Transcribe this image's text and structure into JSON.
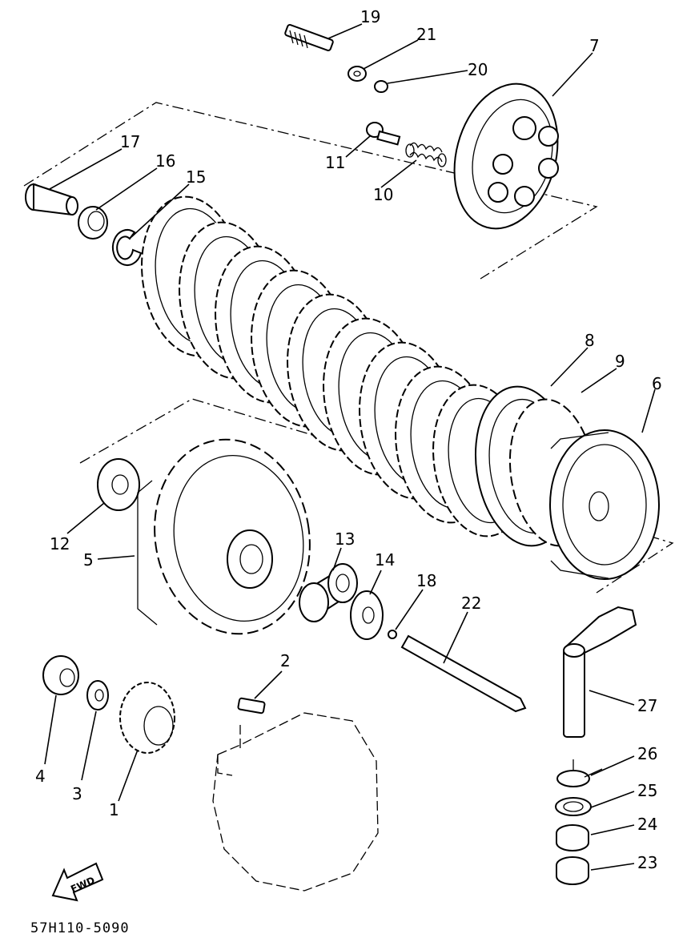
{
  "diagram": {
    "part_labels": [
      {
        "id": "1",
        "text": "1"
      },
      {
        "id": "2",
        "text": "2"
      },
      {
        "id": "3",
        "text": "3"
      },
      {
        "id": "4",
        "text": "4"
      },
      {
        "id": "5",
        "text": "5"
      },
      {
        "id": "6",
        "text": "6"
      },
      {
        "id": "7",
        "text": "7"
      },
      {
        "id": "8",
        "text": "8"
      },
      {
        "id": "9",
        "text": "9"
      },
      {
        "id": "10",
        "text": "10"
      },
      {
        "id": "11",
        "text": "11"
      },
      {
        "id": "12",
        "text": "12"
      },
      {
        "id": "13",
        "text": "13"
      },
      {
        "id": "14",
        "text": "14"
      },
      {
        "id": "15",
        "text": "15"
      },
      {
        "id": "16",
        "text": "16"
      },
      {
        "id": "17",
        "text": "17"
      },
      {
        "id": "18",
        "text": "18"
      },
      {
        "id": "19",
        "text": "19"
      },
      {
        "id": "20",
        "text": "20"
      },
      {
        "id": "21",
        "text": "21"
      },
      {
        "id": "22",
        "text": "22"
      },
      {
        "id": "23",
        "text": "23"
      },
      {
        "id": "24",
        "text": "24"
      },
      {
        "id": "25",
        "text": "25"
      },
      {
        "id": "26",
        "text": "26"
      },
      {
        "id": "27",
        "text": "27"
      }
    ],
    "fwd_label": "FWD",
    "drawing_code": "57H110-5090"
  }
}
